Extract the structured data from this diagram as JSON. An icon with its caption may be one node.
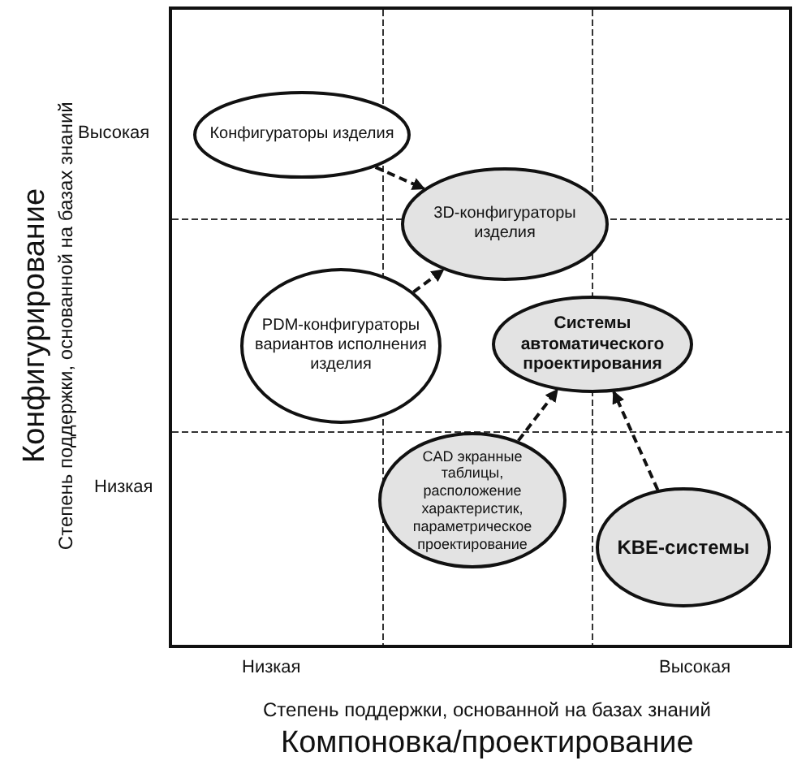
{
  "diagram": {
    "nodes": [
      {
        "text": [
          "Конфигураторы изделия"
        ]
      },
      {
        "text": [
          "3D-конфигураторы изделия"
        ]
      },
      {
        "text": [
          "PDM-конфигураторы вариантов исполнения изделия"
        ]
      },
      {
        "text": [
          "Системы автоматического проектирования"
        ]
      },
      {
        "text": [
          "CAD экранные таблицы, расположение характеристик, параметрическое проектирование"
        ]
      },
      {
        "text": [
          "KBE-системы"
        ]
      }
    ],
    "edges": [
      {
        "from": 0,
        "to": 1,
        "arrow": "to",
        "style": "dashed"
      },
      {
        "from": 2,
        "to": 1,
        "arrow": "to",
        "style": "dashed"
      },
      {
        "from": 4,
        "to": 3,
        "arrow": "to",
        "style": "dashed"
      },
      {
        "from": 5,
        "to": 3,
        "arrow": "to",
        "style": "dashed"
      }
    ],
    "labels": [
      "Конфигурирование",
      "Степень поддержки, основанной на базах знаний",
      "Высокая",
      "Низкая",
      "Низкая",
      "Высокая",
      "Степень поддержки, основанной на базах знаний",
      "Компоновка/проектирование"
    ]
  }
}
